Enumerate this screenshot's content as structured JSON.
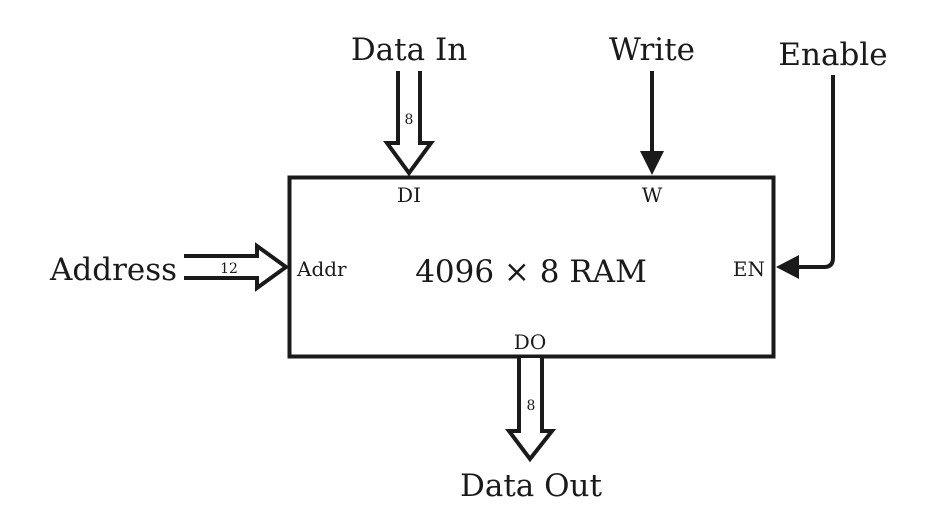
{
  "diagram": {
    "component": {
      "title": "4096 × 8 RAM",
      "ports": {
        "data_in": "DI",
        "write": "W",
        "address": "Addr",
        "enable": "EN",
        "data_out": "DO"
      }
    },
    "signals": {
      "data_in": {
        "label": "Data In",
        "width": "8"
      },
      "write": {
        "label": "Write"
      },
      "enable": {
        "label": "Enable"
      },
      "address": {
        "label": "Address",
        "width": "12"
      },
      "data_out": {
        "label": "Data Out",
        "width": "8"
      }
    },
    "colors": {
      "stroke": "#1a1a1a",
      "background": "#ffffff"
    }
  }
}
